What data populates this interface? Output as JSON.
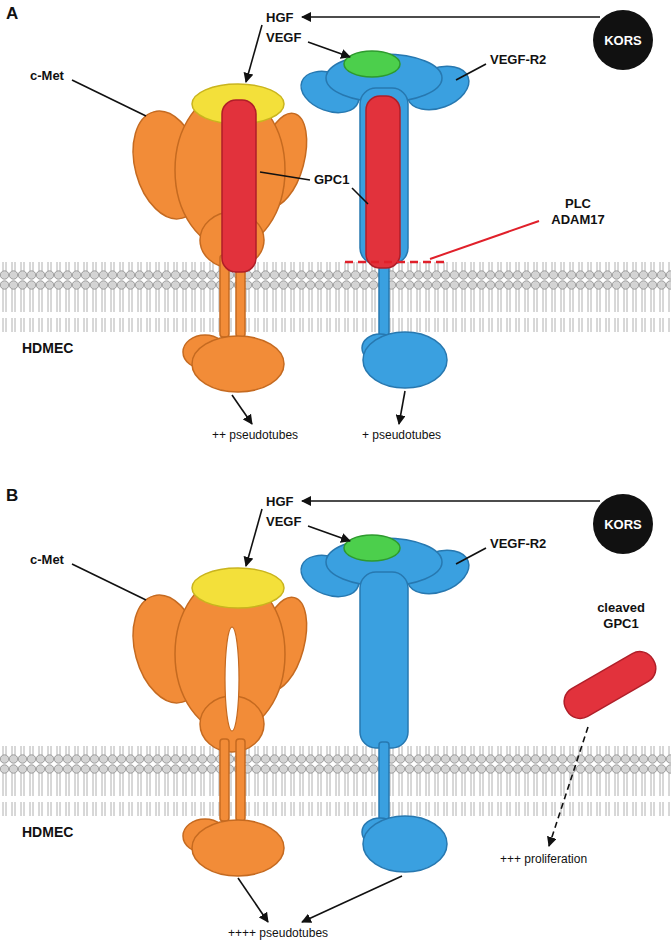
{
  "diagram": {
    "nodes": [
      {
        "text": [
          "KORS"
        ]
      },
      {
        "text": [
          "KORS"
        ]
      }
    ],
    "labels": [
      "A",
      "HGF",
      "VEGF",
      "c-Met",
      "VEGF-R2",
      "GPC1",
      "PLC ADAM17",
      "HDMEC",
      "++ pseudotubes",
      "+ pseudotubes",
      "B",
      "HGF",
      "VEGF",
      "c-Met",
      "VEGF-R2",
      "cleaved GPC1",
      "HDMEC",
      "+++ proliferation",
      "++++ pseudotubes"
    ]
  }
}
